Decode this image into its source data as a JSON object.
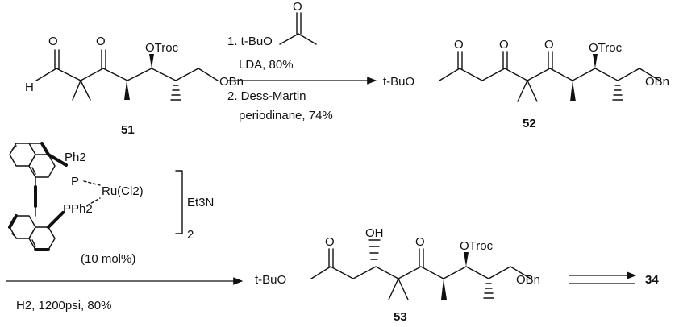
{
  "compounds": {
    "c51": "51",
    "c52": "52",
    "c53": "53",
    "c34": "34"
  },
  "atoms": {
    "o_ald": "O",
    "h_ald": "H",
    "o_ket": "O",
    "otroc": "OTroc",
    "obn": "OBn",
    "o_ester": "O",
    "tbuo": "t-BuO",
    "oh_label": "OH"
  },
  "step1": {
    "line1": "1. t-BuO",
    "reagent_o": "O",
    "line2": "LDA, 80%",
    "line3": "2. Dess-Martin",
    "line4": "periodinane, 74%"
  },
  "step2": {
    "ph2_top": "Ph2",
    "p_top": "P",
    "ru": "Ru(Cl2)",
    "p_bottom": "PPh2",
    "et3n": "Et3N",
    "sub2": "2",
    "loading": "(10 mol%)",
    "conditions": "H2, 1200psi, 80%"
  }
}
